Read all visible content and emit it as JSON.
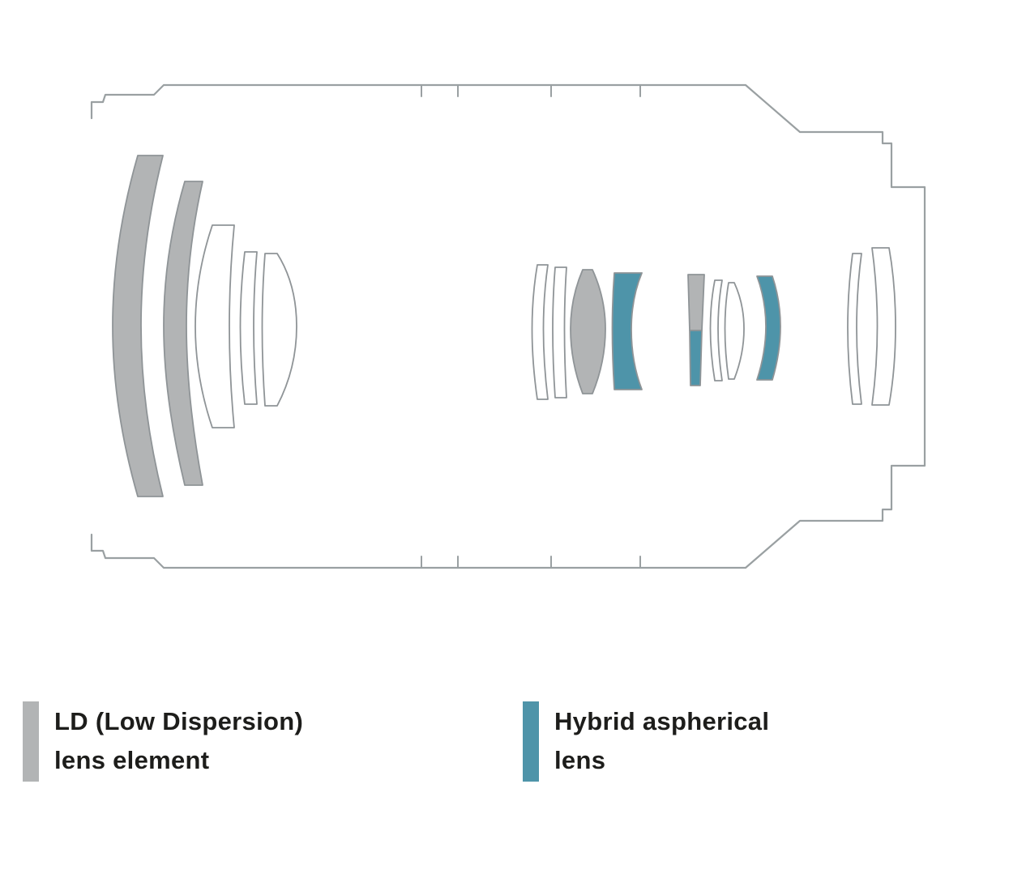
{
  "diagram": {
    "type": "lens-construction",
    "elements": [
      {
        "id": "front-1",
        "kind": "ld"
      },
      {
        "id": "front-2",
        "kind": "ld"
      },
      {
        "id": "front-3",
        "kind": "standard"
      },
      {
        "id": "front-4",
        "kind": "standard"
      },
      {
        "id": "front-5",
        "kind": "standard"
      },
      {
        "id": "middle-1",
        "kind": "standard"
      },
      {
        "id": "middle-2",
        "kind": "standard"
      },
      {
        "id": "middle-3",
        "kind": "ld"
      },
      {
        "id": "middle-4",
        "kind": "hybrid-aspherical"
      },
      {
        "id": "middle-5-upper",
        "kind": "ld"
      },
      {
        "id": "middle-5-lower",
        "kind": "hybrid-aspherical"
      },
      {
        "id": "middle-6",
        "kind": "standard"
      },
      {
        "id": "middle-7",
        "kind": "standard"
      },
      {
        "id": "middle-8",
        "kind": "hybrid-aspherical"
      },
      {
        "id": "rear-1",
        "kind": "standard"
      },
      {
        "id": "rear-2",
        "kind": "standard"
      }
    ]
  },
  "legend": {
    "items": [
      {
        "id": "ld",
        "label_line1": "LD (Low Dispersion)",
        "label_line2": "lens element"
      },
      {
        "id": "hybrid-aspherical",
        "label_line1": "Hybrid aspherical",
        "label_line2": "lens"
      }
    ]
  },
  "colors": {
    "background": "#ffffff",
    "outline": "#9aa0a2",
    "element_stroke": "#8f9497",
    "ld_fill": "#b2b4b5",
    "aspherical_fill": "#4e94a9",
    "text": "#1d1d1b"
  }
}
